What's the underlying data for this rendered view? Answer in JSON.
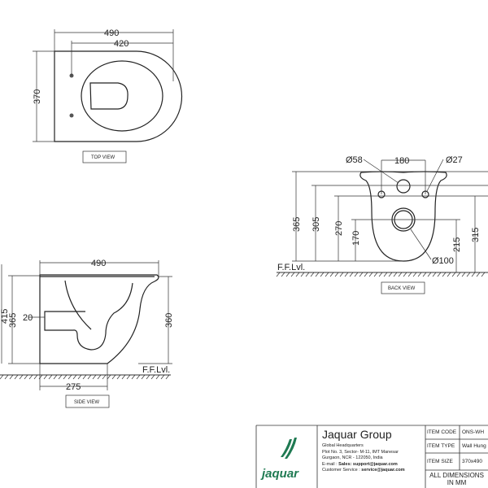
{
  "top_view": {
    "label": "TOP VIEW",
    "dims": {
      "width_overall": "490",
      "width_seat": "420",
      "depth": "370"
    }
  },
  "side_view": {
    "label": "SIDE VIEW",
    "dims": {
      "length": "490",
      "height_total": "415",
      "height_rear": "365",
      "height_front": "360",
      "inlet": "20",
      "base": "275"
    },
    "floor": "F.F.Lvl."
  },
  "back_view": {
    "label": "BACK VIEW",
    "floor": "F.F.Lvl.",
    "dims": {
      "hole_large": "Ø58",
      "hole_small": "Ø27",
      "hole_spacing": "180",
      "outlet": "Ø100",
      "h365": "365",
      "h305": "305",
      "h270": "270",
      "h170": "170",
      "h215": "215",
      "h315": "315"
    }
  },
  "title_block": {
    "logo_text": "jaquar",
    "company": "Jaquar Group",
    "address": [
      "Global Headquarters",
      "Plot No. 3, Sector- M-11, IMT Manesar",
      "Gurgaon, NCR - 122050, India"
    ],
    "email_label": "E-mail : ",
    "email": "Sales: support@jaquar.com",
    "service_label": "Customer Service : ",
    "service": "service@jaquar.com",
    "rows": [
      {
        "key": "ITEM CODE",
        "value": "ONS-WH"
      },
      {
        "key": "ITEM TYPE",
        "value": "Wall Hung"
      },
      {
        "key": "ITEM SIZE",
        "value": "370x490"
      }
    ],
    "footer": "ALL DIMENSIONS IN MM"
  }
}
